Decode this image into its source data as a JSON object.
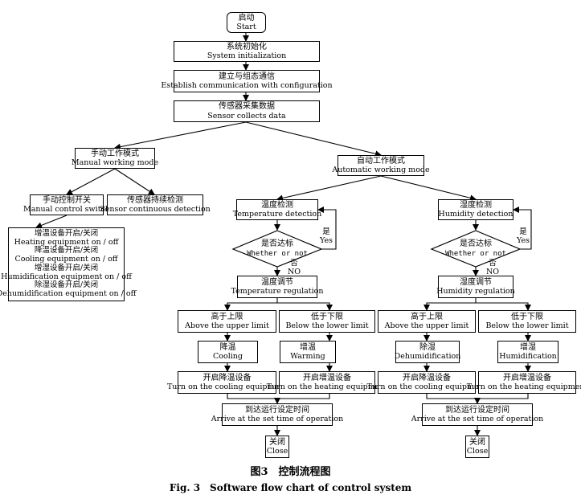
{
  "start": {
    "zh": "启动",
    "en": "Start"
  },
  "init": {
    "zh": "系统初始化",
    "en": "System initialization"
  },
  "comm": {
    "zh": "建立与组态通信",
    "en": "Establish communication with configuration"
  },
  "sensor": {
    "zh": "传感器采集数据",
    "en": "Sensor collects data"
  },
  "manual": {
    "mode": {
      "zh": "手动工作模式",
      "en": "Manual working mode"
    },
    "switch": {
      "zh": "手动控制开关",
      "en": "Manual control switch"
    },
    "continuous": {
      "zh": "传感器持续检测",
      "en": "Sensor continuous detection"
    },
    "items": [
      "增温设备开启/关闭",
      "Heating equipment on / off",
      "降温设备开启/关闭",
      "Cooling equipment on / off",
      "增湿设备开启/关闭",
      "Humidification equipment on / off",
      "除湿设备开启/关闭",
      "Dehumidification equipment on / off"
    ]
  },
  "auto": {
    "zh": "自动工作模式",
    "en": "Automatic working mode"
  },
  "temp": {
    "detect": {
      "zh": "温度检测",
      "en": "Temperature detection"
    },
    "decision": {
      "zh": "是否达标",
      "en": "Whether or not"
    },
    "yes": {
      "zh": "是",
      "en": "Yes"
    },
    "no": {
      "zh": "否",
      "en": "NO"
    },
    "regulation": {
      "zh": "温度调节",
      "en": "Temperature regulation"
    },
    "upper": {
      "zh": "高于上限",
      "en": "Above the upper limit"
    },
    "lower": {
      "zh": "低于下限",
      "en": "Below the lower limit"
    },
    "action_upper": {
      "zh": "降温",
      "en": "Cooling"
    },
    "action_lower": {
      "zh": "增温",
      "en": "Warming"
    },
    "equip_upper": {
      "zh": "开启降温设备",
      "en": "Turn on the cooling equipment"
    },
    "equip_lower": {
      "zh": "开启增温设备",
      "en": "Turn on the heating equipment"
    },
    "arrive": {
      "zh": "到达运行设定时间",
      "en": "Arrive at the set time of operation"
    },
    "close": {
      "zh": "关闭",
      "en": "Close"
    }
  },
  "hum": {
    "detect": {
      "zh": "湿度检测",
      "en": "Humidity detection"
    },
    "decision": {
      "zh": "是否达标",
      "en": "Whether or not"
    },
    "yes": {
      "zh": "是",
      "en": "Yes"
    },
    "no": {
      "zh": "否",
      "en": "NO"
    },
    "regulation": {
      "zh": "湿度调节",
      "en": "Humidity regulation"
    },
    "upper": {
      "zh": "高于上限",
      "en": "Above the upper limit"
    },
    "lower": {
      "zh": "低于下限",
      "en": "Below the lower limit"
    },
    "action_upper": {
      "zh": "除湿",
      "en": "Dehumidification"
    },
    "action_lower": {
      "zh": "增湿",
      "en": "Humidification"
    },
    "equip_upper": {
      "zh": "开启降温设备",
      "en": "Turn on the cooling equipment"
    },
    "equip_lower": {
      "zh": "开启增温设备",
      "en": "Turn on the heating equipment"
    },
    "arrive": {
      "zh": "到达运行设定时间",
      "en": "Arrive at the set time of operation"
    },
    "close": {
      "zh": "关闭",
      "en": "Close"
    }
  },
  "caption": {
    "zh": "图3　控制流程图",
    "en": "Fig. 3　Software flow chart of control system"
  }
}
